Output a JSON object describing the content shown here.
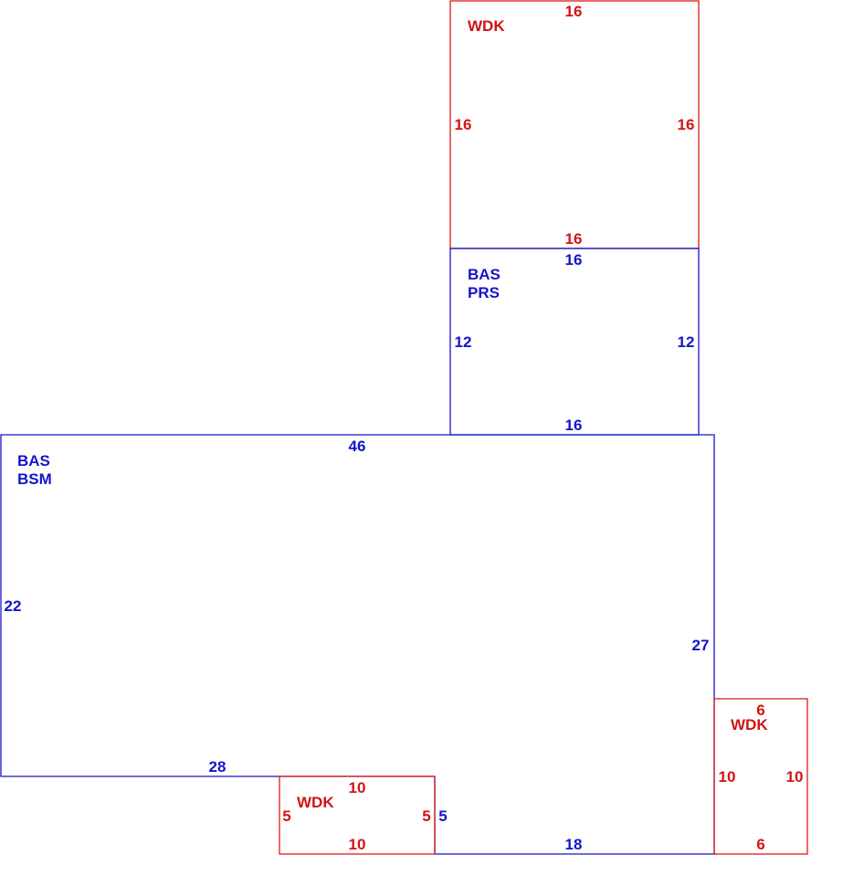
{
  "colors": {
    "main": "#1414c8",
    "deck": "#d21414"
  },
  "areas": {
    "wdk_top": {
      "label": "WDK",
      "top": "16",
      "left": "16",
      "right": "16",
      "bottom": "16"
    },
    "bas_prs": {
      "label1": "BAS",
      "label2": "PRS",
      "top": "16",
      "left": "12",
      "right": "12",
      "bottom": "16"
    },
    "bas_bsm": {
      "label1": "BAS",
      "label2": "BSM",
      "top": "46",
      "left": "22",
      "right": "27",
      "bottom_left": "28",
      "notch": "5",
      "bottom_right": "18"
    },
    "wdk_bottom": {
      "label": "WDK",
      "top": "10",
      "left": "5",
      "right": "5",
      "bottom": "10"
    },
    "wdk_right": {
      "label": "WDK",
      "top": "6",
      "left": "10",
      "right": "10",
      "bottom": "6"
    }
  }
}
